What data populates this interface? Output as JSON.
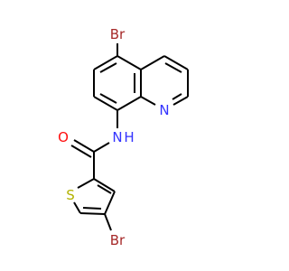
{
  "colors": {
    "Br": "#a62929",
    "N": "#3333ff",
    "O": "#ff0d0d",
    "S": "#b2b200",
    "bond": "#000000"
  },
  "atoms": {
    "br_top": "Br",
    "n_ring": "N",
    "nh": "N",
    "h": "H",
    "o": "O",
    "s": "S",
    "br_bottom": "Br"
  }
}
